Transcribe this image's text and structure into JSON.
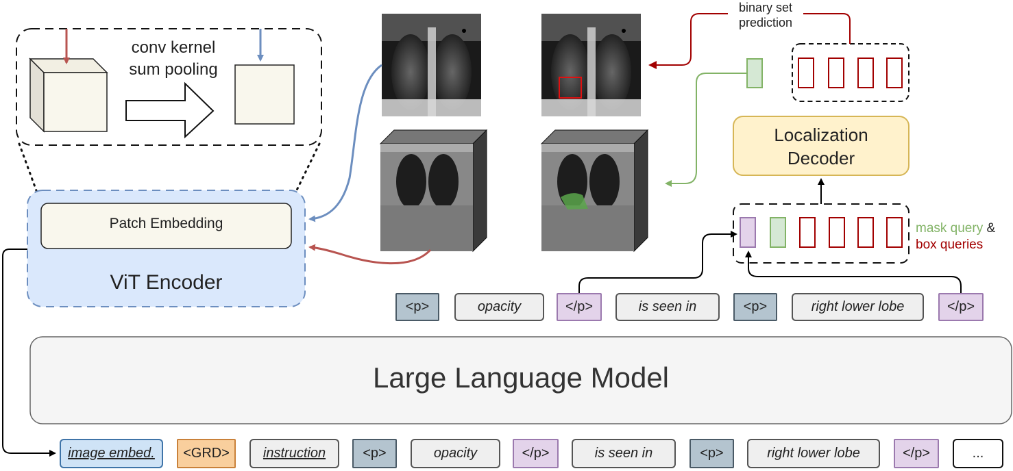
{
  "conv_box": {
    "line1": "conv kernel",
    "line2": "sum pooling"
  },
  "vit": {
    "patch_embedding": "Patch Embedding",
    "title": "ViT Encoder"
  },
  "binary_set_prediction": {
    "line1": "binary set",
    "line2": "prediction"
  },
  "localization_decoder": {
    "line1": "Localization",
    "line2": "Decoder"
  },
  "queries": {
    "mask_query": "mask query",
    "amp": "&",
    "box_queries": "box queries"
  },
  "llm": {
    "title": "Large Language Model"
  },
  "output_tokens": [
    "<p>",
    "opacity",
    "</p>",
    "is seen in",
    "<p>",
    "right lower lobe",
    "</p>"
  ],
  "input_tokens": [
    "image embed.",
    "<GRD>",
    "instruction",
    "<p>",
    "opacity",
    "</p>",
    "is seen in",
    "<p>",
    "right lower lobe",
    "</p>",
    "..."
  ],
  "colors": {
    "red_arrow": "#b85450",
    "blue_arrow": "#6c8ebf",
    "green_arrow": "#82b366",
    "box_red": "#a20000",
    "vit_fill": "#dae8fc",
    "decoder_fill": "#fff2cc",
    "decoder_border": "#d6b656"
  }
}
